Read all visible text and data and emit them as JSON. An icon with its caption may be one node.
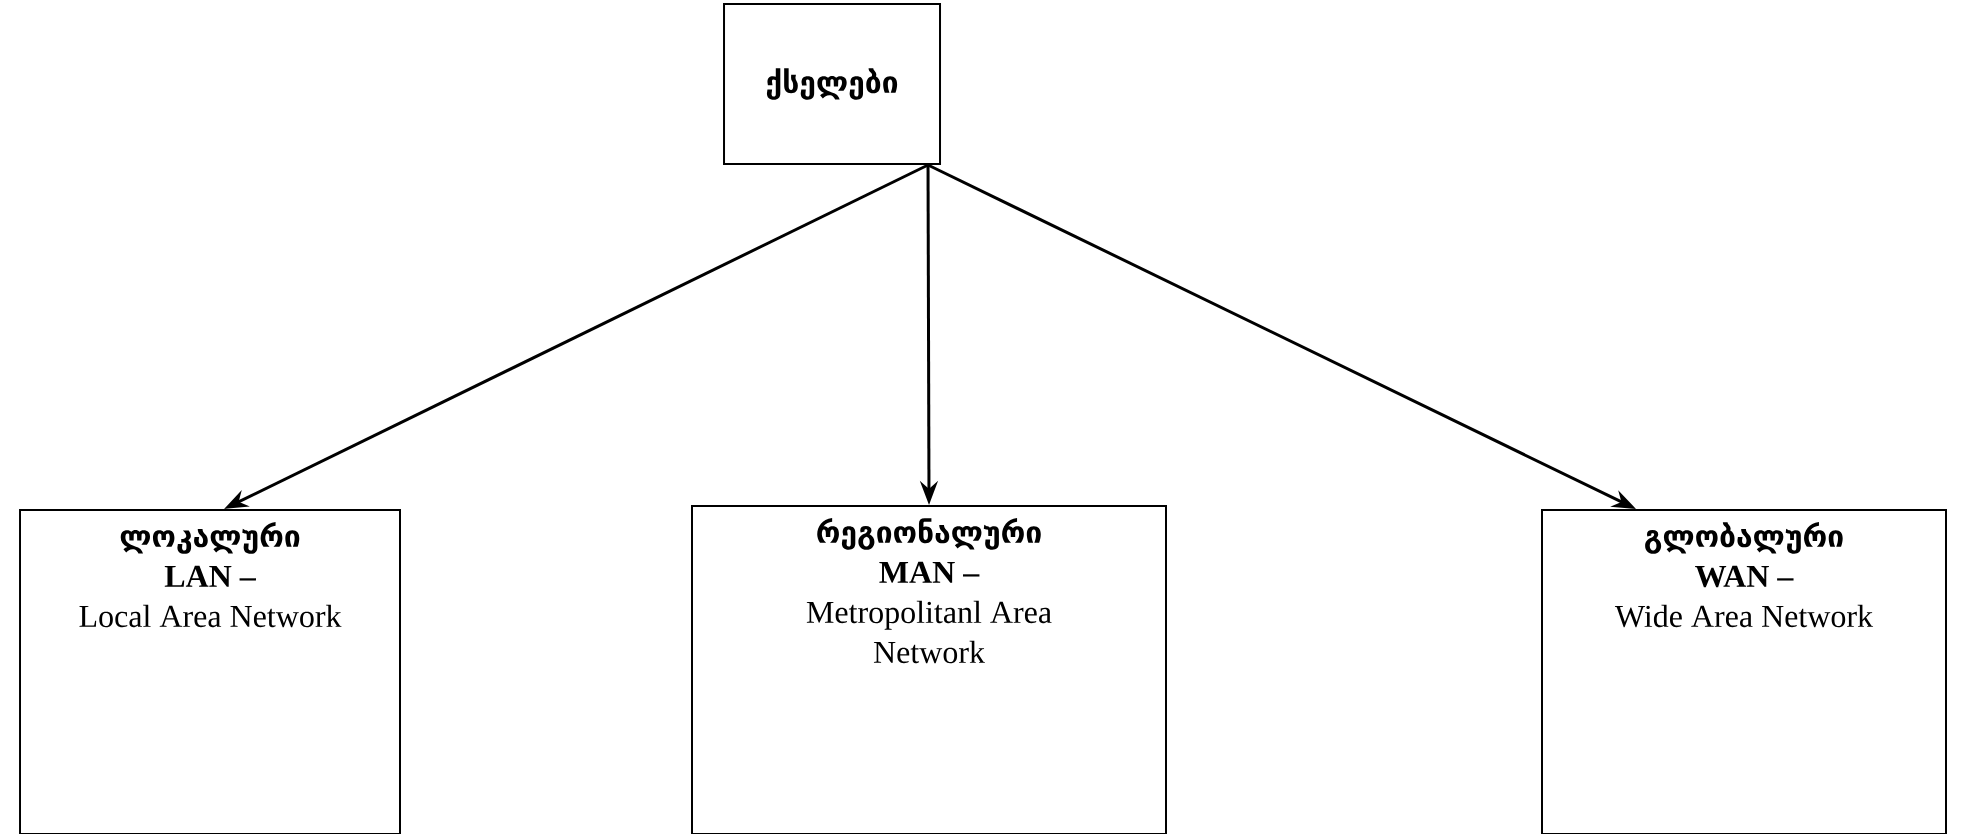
{
  "diagram": {
    "nodes": [
      {
        "text": [
          "ქსელები"
        ]
      },
      {
        "text": [
          "ლოკალური",
          "LAN –",
          "Local Area Network"
        ]
      },
      {
        "text": [
          "რეგიონალური",
          "MAN –",
          "Metropolitanl Area Network"
        ]
      },
      {
        "text": [
          "გლობალური",
          "WAN –",
          "Wide Area Network"
        ]
      }
    ],
    "edges": [
      {
        "from": 0,
        "to": 1,
        "arrow": "to"
      },
      {
        "from": 0,
        "to": 2,
        "arrow": "to"
      },
      {
        "from": 0,
        "to": 3,
        "arrow": "to"
      }
    ]
  }
}
